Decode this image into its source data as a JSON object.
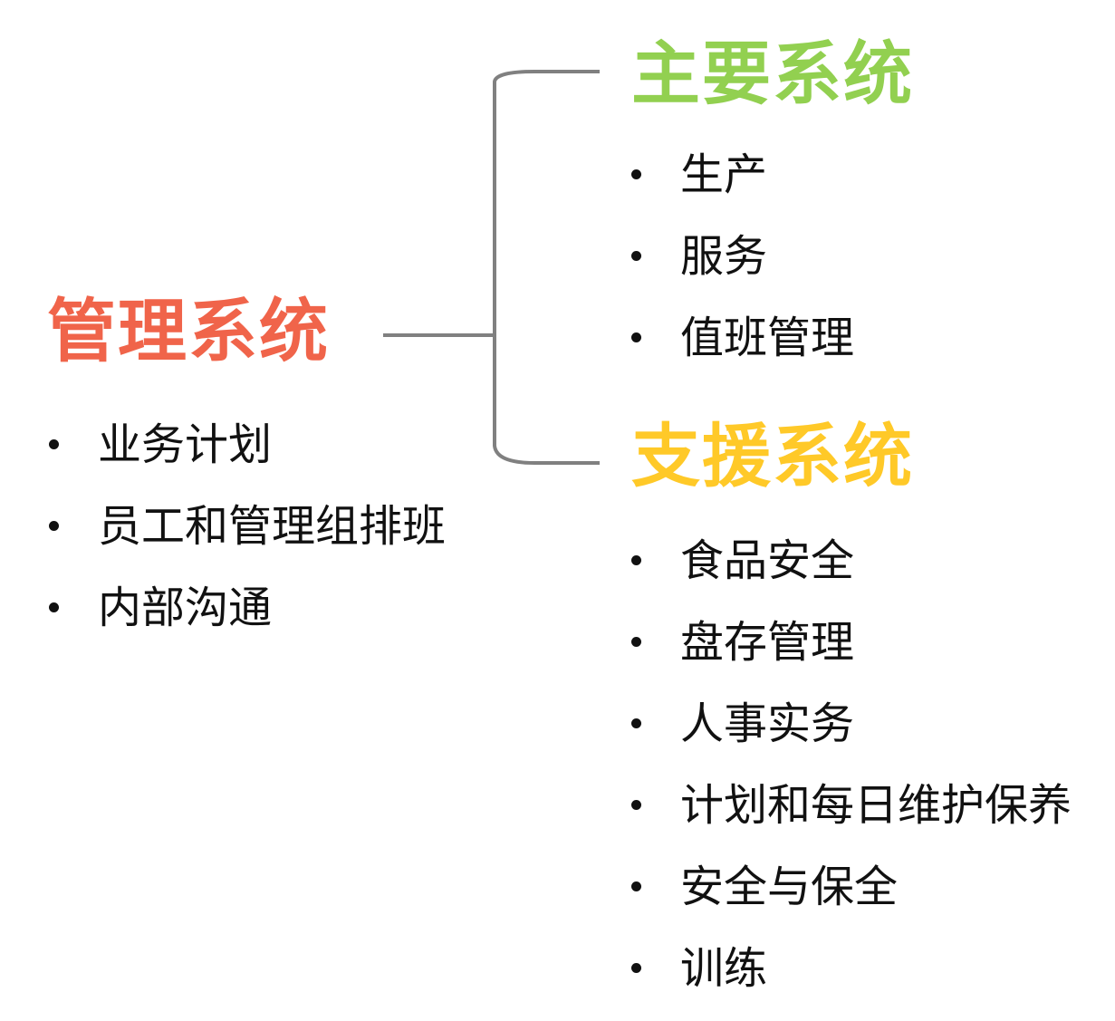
{
  "colors": {
    "management": "#F0644A",
    "main": "#92D050",
    "support": "#FFC928",
    "connector": "#808080",
    "text": "#111111"
  },
  "management": {
    "title": "管理系统",
    "items": [
      "业务计划",
      "员工和管理组排班",
      "内部沟通"
    ]
  },
  "main_system": {
    "title": "主要系统",
    "items": [
      "生产",
      "服务",
      "值班管理"
    ]
  },
  "support_system": {
    "title": "支援系统",
    "items": [
      "食品安全",
      "盘存管理",
      "人事实务",
      "计划和每日维护保养",
      "安全与保全",
      "训练"
    ]
  }
}
